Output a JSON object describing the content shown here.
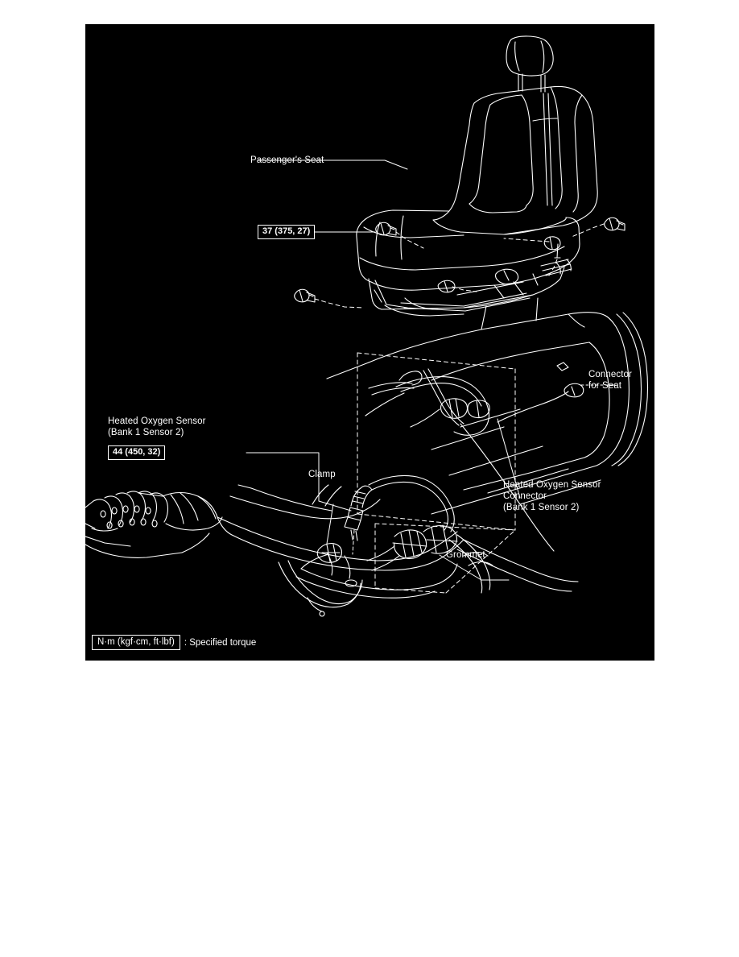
{
  "figure": {
    "background_color": "#000000",
    "line_color": "#ffffff",
    "labels": {
      "passengers_seat": "Passenger's Seat",
      "connector_for_seat_line1": "Connector",
      "connector_for_seat_line2": "for Seat",
      "heated_oxygen_sensor_line1": "Heated Oxygen Sensor",
      "heated_oxygen_sensor_line2": "(Bank 1 Sensor 2)",
      "ho2s_connector_line1": "Heated Oxygen Sensor",
      "ho2s_connector_line2": "Connector",
      "ho2s_connector_line3": "(Bank 1 Sensor 2)",
      "clamp": "Clamp",
      "grommet": "Grommet"
    },
    "torque_specs": [
      {
        "id": "seat-bolt-torque",
        "value": "37 (375, 27)"
      },
      {
        "id": "o2-sensor-torque",
        "value": "44 (450, 32)"
      }
    ],
    "legend": {
      "units_box": "N·m (kgf·cm, ft·lbf)",
      "description": ": Specified torque"
    }
  }
}
